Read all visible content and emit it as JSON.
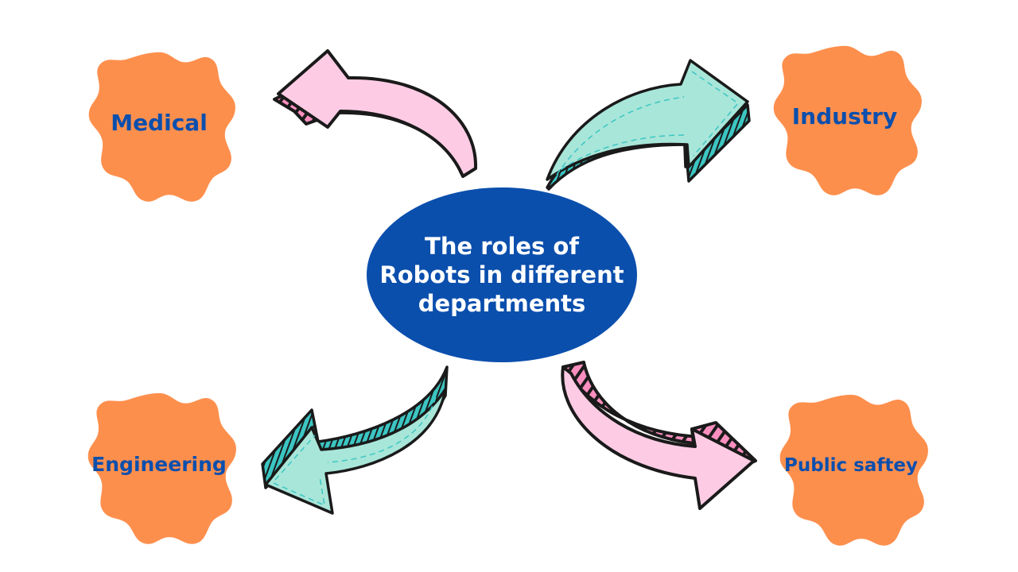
{
  "center": {
    "title": "The roles of Robots in different departments",
    "line1": "The roles of",
    "line2": "Robots in different",
    "line3": "departments",
    "fill": "#0b4fad"
  },
  "nodes": [
    {
      "label": "Medical",
      "position": "top-left",
      "fill": "#fd8f4d"
    },
    {
      "label": "Industry",
      "position": "top-right",
      "fill": "#fd8f4d"
    },
    {
      "label": "Engineering",
      "position": "bottom-left",
      "fill": "#fd8f4d"
    },
    {
      "label": "Public saftey",
      "position": "bottom-right",
      "fill": "#fd8f4d"
    }
  ],
  "arrows": [
    {
      "target": "Medical",
      "color": "pink",
      "fill": "#fdcce4",
      "side": "#fa8fbf"
    },
    {
      "target": "Industry",
      "color": "teal",
      "fill": "#a8e6d9",
      "side": "#3cc6c3"
    },
    {
      "target": "Engineering",
      "color": "teal",
      "fill": "#a8e6d9",
      "side": "#3cc6c3"
    },
    {
      "target": "Public saftey",
      "color": "pink",
      "fill": "#fdcce4",
      "side": "#fa8fbf"
    }
  ]
}
